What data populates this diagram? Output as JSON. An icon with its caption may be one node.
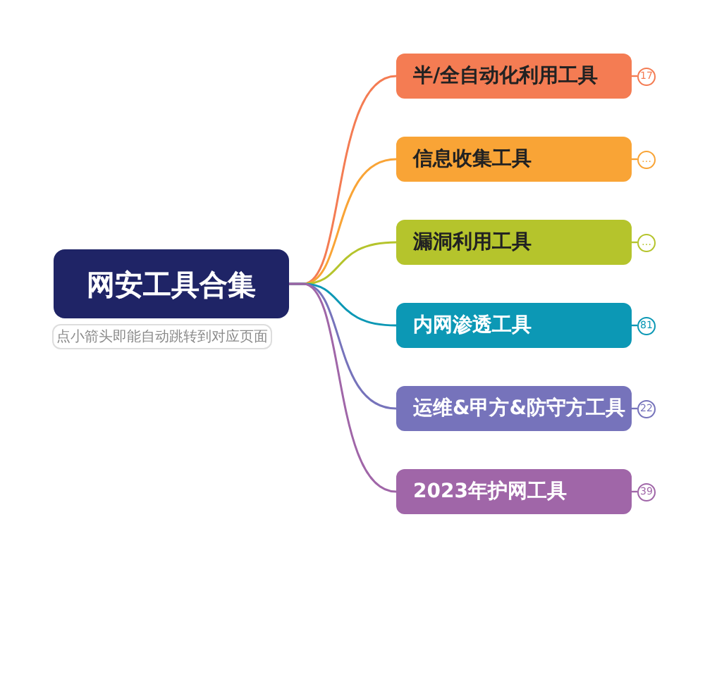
{
  "diagram": {
    "nodes": [
      {
        "text": [
          "网安工具合集"
        ]
      },
      {
        "text": [
          "点小箭头即能自动跳转到对应页面"
        ]
      },
      {
        "text": [
          "半/全自动化利用工具"
        ],
        "beside": [
          "17"
        ]
      },
      {
        "text": [
          "信息收集工具"
        ],
        "beside": [
          "…"
        ]
      },
      {
        "text": [
          "漏洞利用工具"
        ],
        "beside": [
          "…"
        ]
      },
      {
        "text": [
          "内网渗透工具"
        ],
        "beside": [
          "81"
        ]
      },
      {
        "text": [
          "运维&甲方&防守方工具"
        ],
        "beside": [
          "22"
        ]
      },
      {
        "text": [
          "2023年护网工具"
        ],
        "beside": [
          "39"
        ]
      }
    ],
    "edges": [
      {
        "from": 0,
        "to": 2,
        "arrow": "none",
        "color": "#f47c53"
      },
      {
        "from": 0,
        "to": 3,
        "arrow": "none",
        "color": "#f9a436"
      },
      {
        "from": 0,
        "to": 4,
        "arrow": "none",
        "color": "#b5c42c"
      },
      {
        "from": 0,
        "to": 5,
        "arrow": "none",
        "color": "#0c98b5"
      },
      {
        "from": 0,
        "to": 6,
        "arrow": "none",
        "color": "#7673bb"
      },
      {
        "from": 0,
        "to": 7,
        "arrow": "none",
        "color": "#a066a8"
      }
    ]
  }
}
